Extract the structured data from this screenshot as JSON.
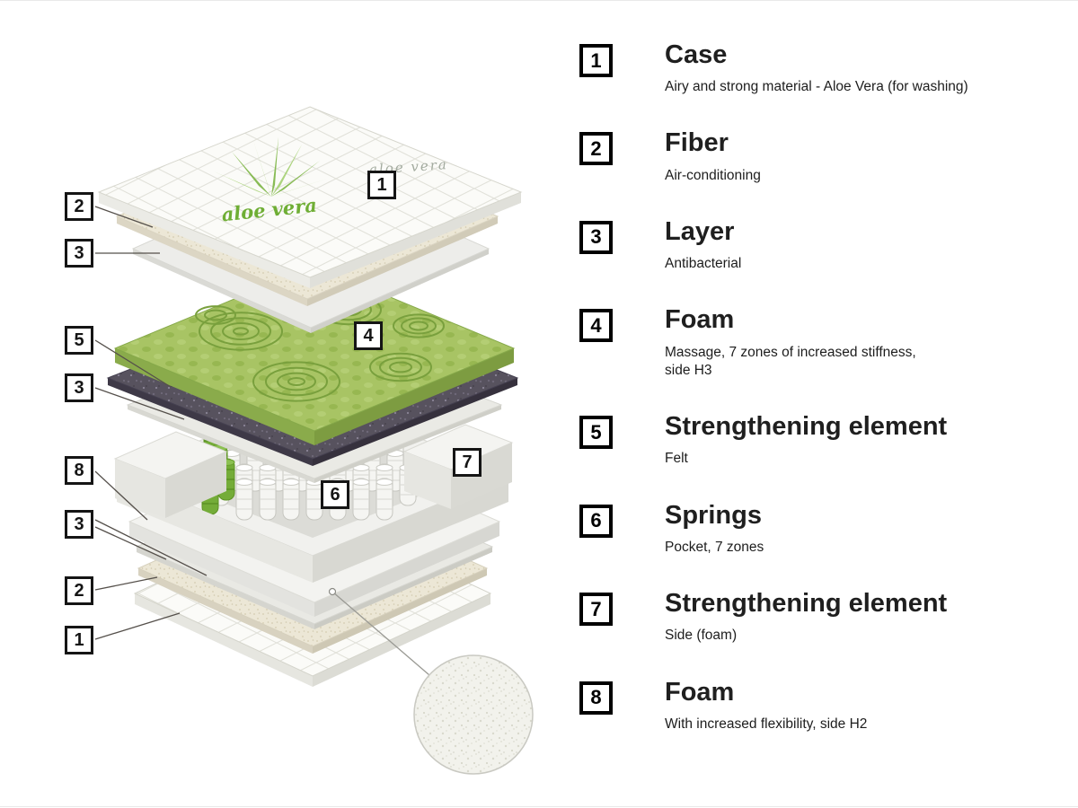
{
  "page": {
    "background": "#ffffff"
  },
  "diagram": {
    "aloe_text": "aloe vera",
    "callouts": [
      {
        "n": "2"
      },
      {
        "n": "3"
      },
      {
        "n": "1"
      },
      {
        "n": "5"
      },
      {
        "n": "4"
      },
      {
        "n": "3"
      },
      {
        "n": "8"
      },
      {
        "n": "7"
      },
      {
        "n": "6"
      },
      {
        "n": "3"
      },
      {
        "n": "2"
      },
      {
        "n": "1"
      }
    ]
  },
  "legend": {
    "items": [
      {
        "number": "1",
        "title": "Case",
        "description": "Airy and strong material - Aloe Vera (for washing)"
      },
      {
        "number": "2",
        "title": "Fiber",
        "description": "Air-conditioning"
      },
      {
        "number": "3",
        "title": "Layer",
        "description": "Antibacterial"
      },
      {
        "number": "4",
        "title": "Foam",
        "description": "Massage, 7 zones of increased stiffness,\nside H3"
      },
      {
        "number": "5",
        "title": "Strengthening element",
        "description": "Felt"
      },
      {
        "number": "6",
        "title": "Springs",
        "description": "Pocket, 7 zones"
      },
      {
        "number": "7",
        "title": "Strengthening element",
        "description": "Side (foam)"
      },
      {
        "number": "8",
        "title": "Foam",
        "description": "With increased flexibility, side H2"
      }
    ]
  },
  "colors": {
    "accent_green": "#76b82a",
    "callout_border": "#111111"
  }
}
